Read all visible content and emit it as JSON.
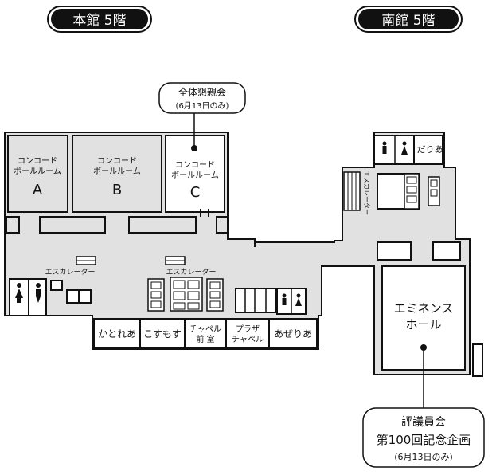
{
  "buildings": {
    "main_hall": "本館 5階",
    "south_hall": "南館 5階"
  },
  "rooms": {
    "concord_a": {
      "line1": "コンコード",
      "line2": "ボールルーム",
      "letter": "A"
    },
    "concord_b": {
      "line1": "コンコード",
      "line2": "ボールルーム",
      "letter": "B"
    },
    "concord_c": {
      "line1": "コンコード",
      "line2": "ボールルーム",
      "letter": "C"
    },
    "katorea": "かとれあ",
    "kosumosu": "こすもす",
    "chapel_anteroom": {
      "line1": "チャペル",
      "line2": "前 室"
    },
    "plaza_chapel": {
      "line1": "プラザ",
      "line2": "チャペル"
    },
    "azerea": "あぜりあ",
    "daria": "だりあ",
    "eminence_hall": {
      "line1": "エミネンス",
      "line2": "ホール"
    }
  },
  "escalators": {
    "left": "エスカレーター",
    "center": "エスカレーター",
    "south": "エスカレーター"
  },
  "callouts": {
    "party": {
      "line1": "全体懇親会",
      "line2": "(6月13日のみ)"
    },
    "council": {
      "line1": "評議員会",
      "line2": "第100回記念企画",
      "line3": "(6月13日のみ)"
    }
  },
  "icons": [
    "male-restroom-icon",
    "female-restroom-icon",
    "elevator-icon"
  ],
  "colors": {
    "floor": "#e1e1e1",
    "wall": "#111111",
    "background": "#ffffff"
  }
}
